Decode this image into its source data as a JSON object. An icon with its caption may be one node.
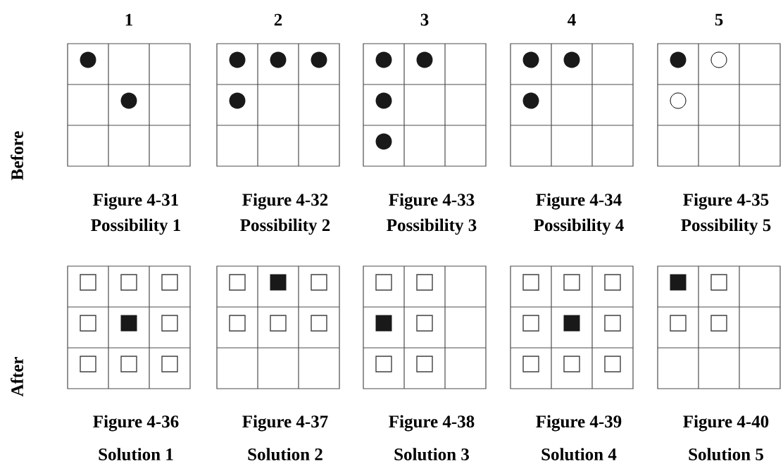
{
  "diagram": {
    "labels": [
      "1",
      "2",
      "3",
      "4",
      "5",
      "Before",
      "Figure 4-31",
      "Figure 4-32",
      "Figure 4-33",
      "Figure 4-34",
      "Figure 4-35",
      "Possibility 1",
      "Possibility 2",
      "Possibility 3",
      "Possibility 4",
      "Possibility 5",
      "After",
      "Figure 4-36",
      "Figure 4-37",
      "Figure 4-38",
      "Figure 4-39",
      "Figure 4-40",
      "Solution 1",
      "Solution 2",
      "Solution 3",
      "Solution 4",
      "Solution 5"
    ]
  }
}
